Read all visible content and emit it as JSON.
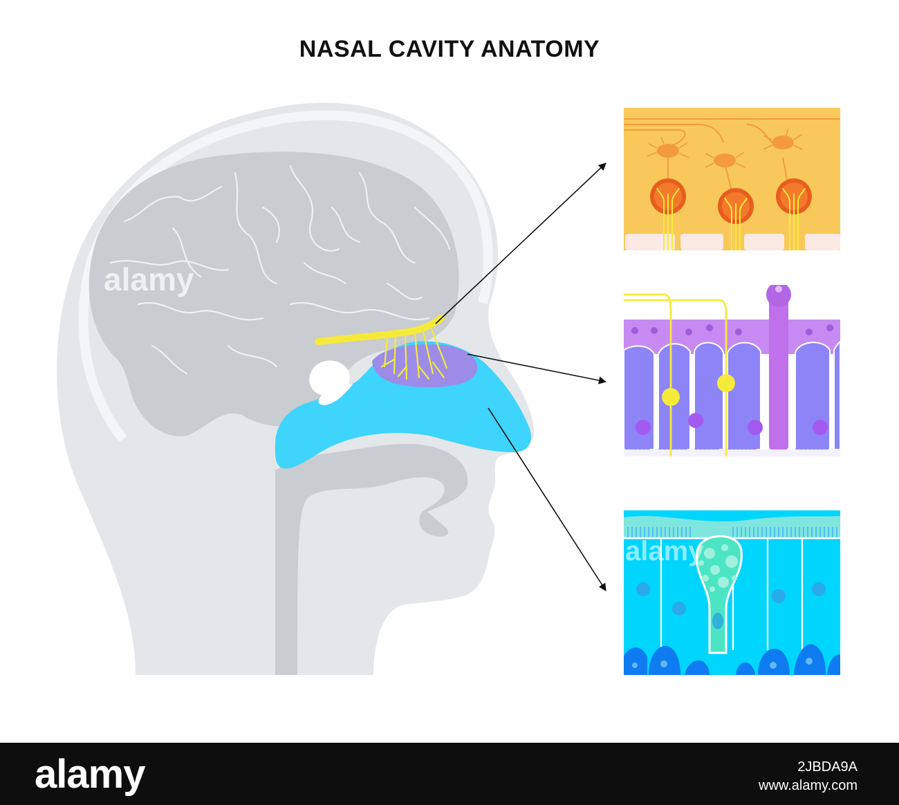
{
  "title": "NASAL CAVITY ANATOMY",
  "watermark": {
    "text": "alamy"
  },
  "footer": {
    "logo": "alamy",
    "image_id": "2JBDA9A",
    "site": "www.alamy.com"
  },
  "colors": {
    "skull": "#e4e7ea",
    "brain": "#c9ccd0",
    "gyri": "#eef0f2",
    "nerve": "#f5ea3a",
    "mucosa_purple": "#9c8ce8",
    "nasal_blue": "#3fd4fb",
    "bulb_bg": "#f8c95a",
    "bulb_orange": "#f39a3c",
    "sensory_purple": "#8d84f7",
    "support_cell": "#c78af2",
    "resp_cyan": "#00d5fd",
    "goblet_green": "#4ce5c4",
    "basal_blue": "#0f7bf0"
  }
}
